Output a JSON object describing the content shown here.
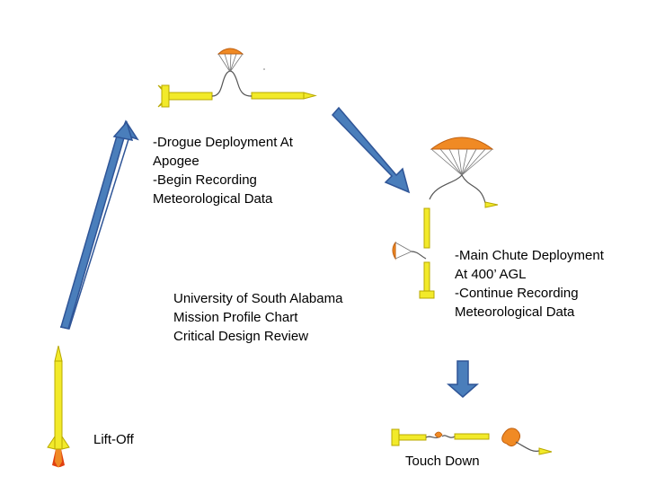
{
  "drogue_label": {
    "line1": "-Drogue Deployment At",
    "line2": "Apogee",
    "line3": "-Begin Recording",
    "line4": "Meteorological Data"
  },
  "main_label": {
    "line1": "-Main Chute Deployment",
    "line2": "At 400’ AGL",
    "line3": "-Continue Recording",
    "line4": "Meteorological Data"
  },
  "center_label": {
    "line1": "University of South Alabama",
    "line2": "Mission Profile Chart",
    "line3": "Critical Design Review"
  },
  "liftoff_label": "Lift-Off",
  "touchdown_label": "Touch Down",
  "colors": {
    "rocket_body": "#f2ea2a",
    "rocket_outline": "#b8a800",
    "arrow_fill": "#4a7ebb",
    "arrow_stroke": "#2f5597",
    "parachute": "#f08a24",
    "flame": "#e04010"
  }
}
